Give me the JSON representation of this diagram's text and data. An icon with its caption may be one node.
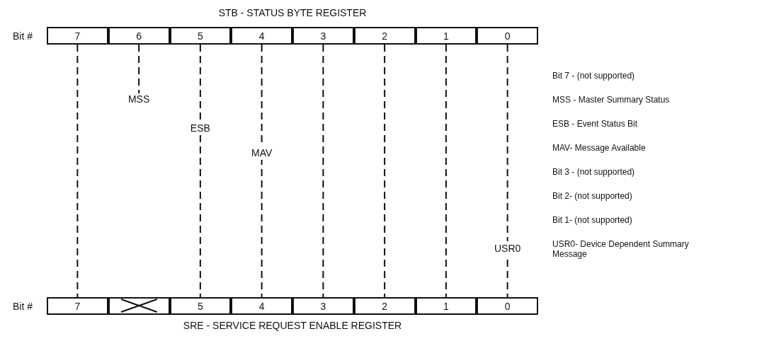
{
  "diagram": {
    "title": "STB - STATUS BYTE REGISTER",
    "caption": "SRE - SERVICE REQUEST ENABLE REGISTER",
    "nodes": [
      {
        "text": [
          "7"
        ]
      },
      {
        "text": [
          "6"
        ]
      },
      {
        "text": [
          "5"
        ]
      },
      {
        "text": [
          "4"
        ]
      },
      {
        "text": [
          "3"
        ]
      },
      {
        "text": [
          "2"
        ]
      },
      {
        "text": [
          "1"
        ]
      },
      {
        "text": [
          "0"
        ]
      },
      {
        "text": [
          "7"
        ]
      },
      {
        "text": [],
        "shape": "crossed-box"
      },
      {
        "text": [
          "5"
        ]
      },
      {
        "text": [
          "4"
        ]
      },
      {
        "text": [
          "3"
        ]
      },
      {
        "text": [
          "2"
        ]
      },
      {
        "text": [
          "1"
        ]
      },
      {
        "text": [
          "0"
        ]
      },
      {
        "text": [
          "MSS"
        ]
      }
    ],
    "edges": [
      {
        "from": 0,
        "to": 8,
        "arrow": "none",
        "style": "dashed"
      },
      {
        "from": 1,
        "to": 16,
        "arrow": "none",
        "style": "dashed"
      },
      {
        "from": 2,
        "to": 10,
        "arrow": "none",
        "style": "dashed",
        "label": "ESB"
      },
      {
        "from": 3,
        "to": 11,
        "arrow": "none",
        "style": "dashed",
        "label": "MAV"
      },
      {
        "from": 4,
        "to": 12,
        "arrow": "none",
        "style": "dashed"
      },
      {
        "from": 5,
        "to": 13,
        "arrow": "none",
        "style": "dashed"
      },
      {
        "from": 6,
        "to": 14,
        "arrow": "none",
        "style": "dashed"
      },
      {
        "from": 7,
        "to": 15,
        "arrow": "none",
        "style": "dashed",
        "label": "USR0"
      }
    ],
    "labels": [
      "Bit #",
      "Bit 7 - (not supported)",
      "MSS - Master Summary Status",
      "ESB - Event Status Bit",
      "MAV- Message Available",
      "Bit 3 - (not supported)",
      "Bit 2- (not supported)",
      "Bit 1- (not supported)",
      "USR0- Device Dependent Summary Message",
      "Bit #"
    ]
  }
}
